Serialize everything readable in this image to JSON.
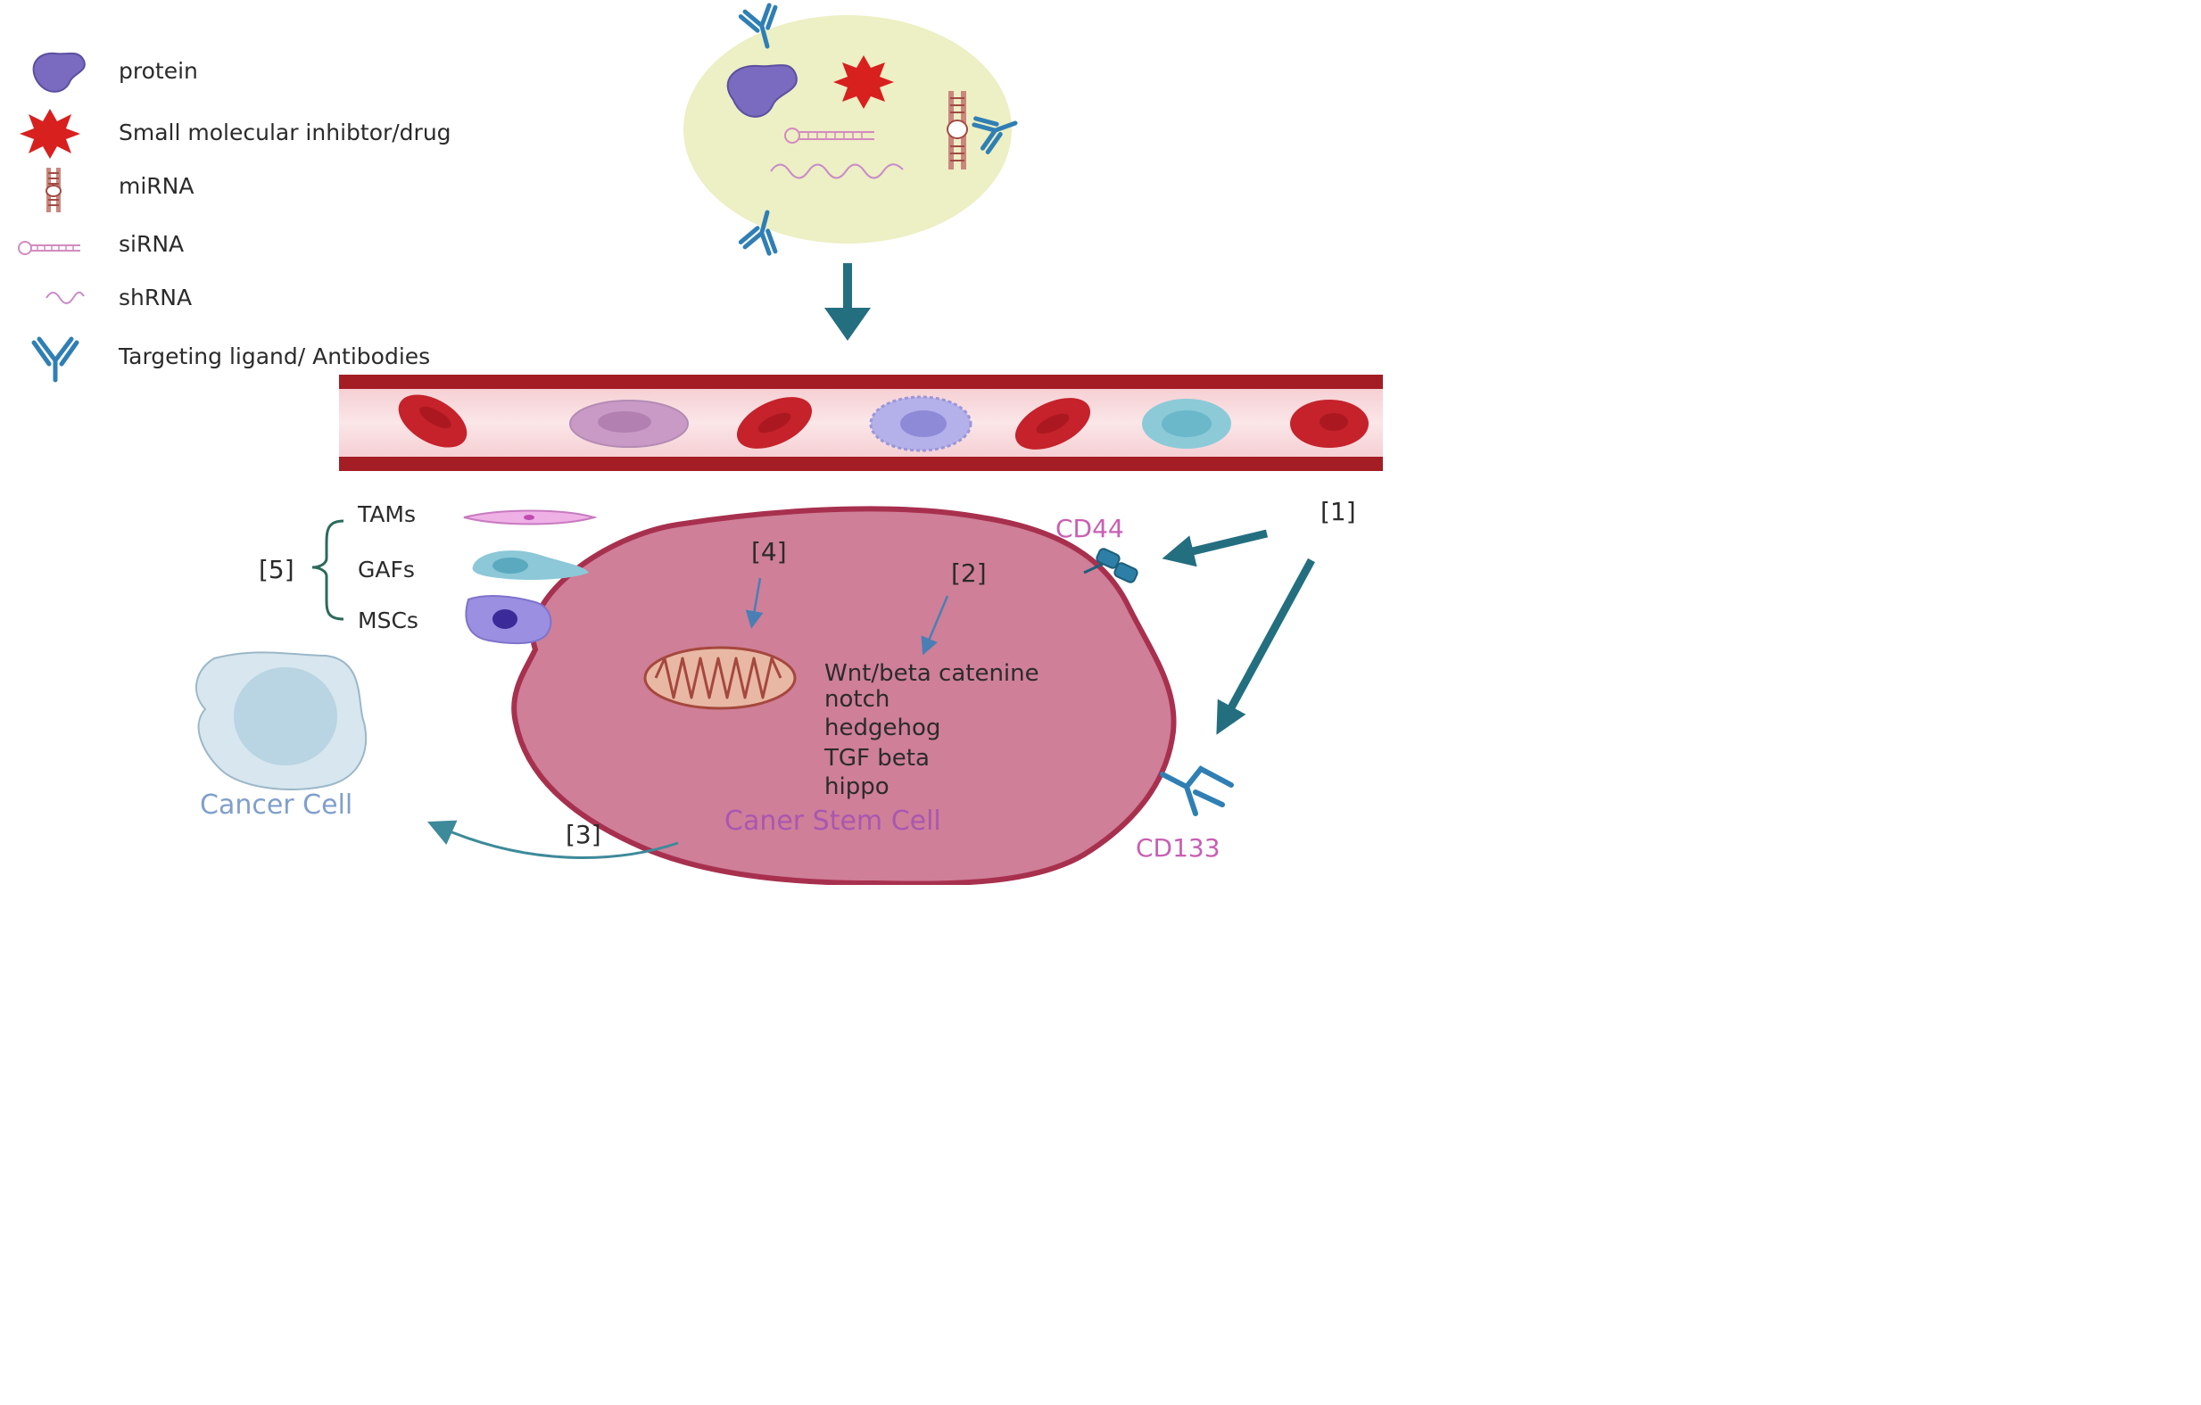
{
  "legend": {
    "items": [
      {
        "icon": "protein-icon",
        "label": "protein"
      },
      {
        "icon": "small-molecule-drug-icon",
        "label": "Small molecular inhibtor/drug"
      },
      {
        "icon": "mirna-icon",
        "label": "miRNA"
      },
      {
        "icon": "sirna-icon",
        "label": "siRNA"
      },
      {
        "icon": "shrna-icon",
        "label": "shRNA"
      },
      {
        "icon": "antibody-icon",
        "label": "Targeting ligand/ Antibodies"
      }
    ]
  },
  "labels": {
    "step1": "[1]",
    "step2": "[2]",
    "step3": "[3]",
    "step4": "[4]",
    "step5": "[5]",
    "cd44": "CD44",
    "cd133": "CD133",
    "tams": "TAMs",
    "gafs": "GAFs",
    "mscs": "MSCs",
    "cancer_cell": "Cancer Cell",
    "stem_cell": "Caner Stem Cell"
  },
  "pathways": [
    "Wnt/beta catenine",
    "notch",
    "hedgehog",
    "TGF beta",
    "hippo"
  ],
  "colors": {
    "antibody": "#2f7fb5",
    "protein": "#7a6bc0",
    "drug": "#d8201f",
    "vessel_wall": "#a41d24",
    "vessel_inner": "#f6d3d6",
    "stem_cell": "#cf7f98",
    "stem_cell_outline": "#a8304f",
    "teal_arrow": "#236f80",
    "label_magenta": "#c85fb4",
    "cancer_cell": "#d7e6ef",
    "cancer_label": "#7f9fcd",
    "stem_label": "#a957b0"
  }
}
